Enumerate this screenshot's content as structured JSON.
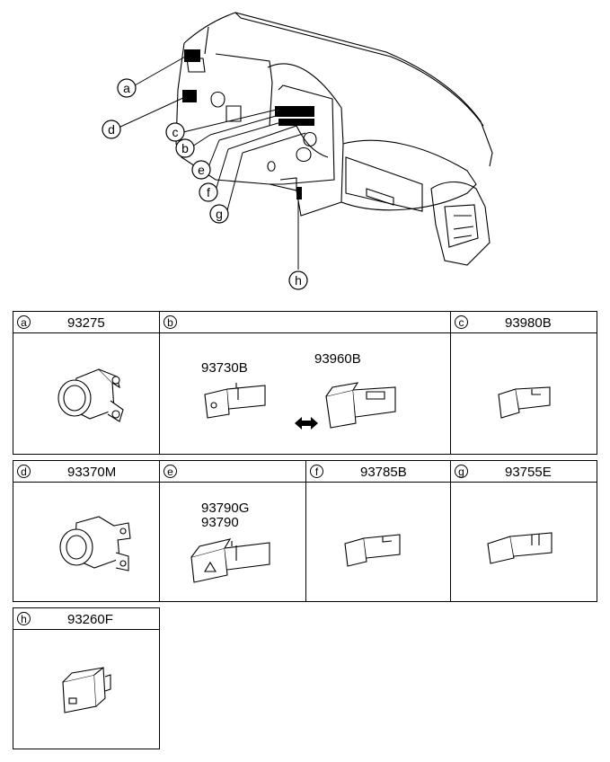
{
  "callouts": [
    "a",
    "d",
    "c",
    "b",
    "e",
    "f",
    "g",
    "h"
  ],
  "cells": {
    "a": {
      "letter": "a",
      "number": "93275"
    },
    "b": {
      "letter": "b",
      "parts": [
        "93730B",
        "93960B"
      ]
    },
    "c": {
      "letter": "c",
      "number": "93980B"
    },
    "d": {
      "letter": "d",
      "number": "93370M"
    },
    "e": {
      "letter": "e",
      "parts": [
        "93790G",
        "93790"
      ]
    },
    "f": {
      "letter": "f",
      "number": "93785B"
    },
    "g": {
      "letter": "g",
      "number": "93755E"
    },
    "h": {
      "letter": "h",
      "number": "93260F"
    }
  }
}
